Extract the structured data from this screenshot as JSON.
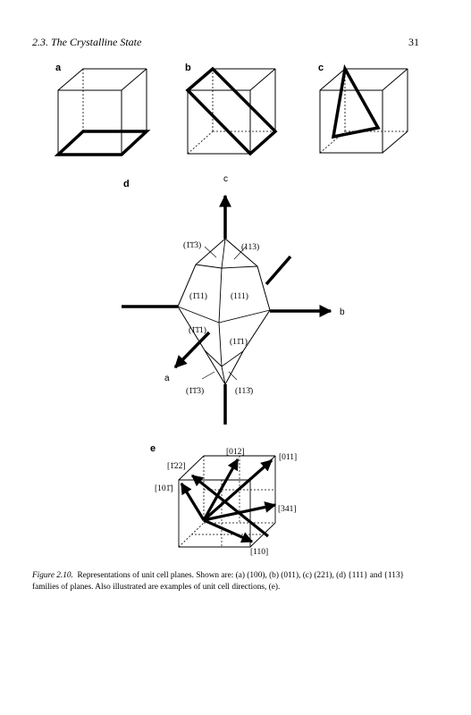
{
  "header": {
    "section_title": "2.3.  The Crystalline State",
    "page_number": "31"
  },
  "panels": {
    "a": "a",
    "b": "b",
    "c": "c",
    "d": "d",
    "e": "e"
  },
  "panel_d": {
    "axes": {
      "a": "a",
      "b": "b",
      "c": "c"
    },
    "planes": {
      "p_m113_top_left": "(1̄1̄3)",
      "p_113_top_right": "(113)",
      "p_111_left": "(1̄11)",
      "p_111_right": "(111)",
      "p_1m11_left": "(1̄1̄1)",
      "p_11m1_right": "(11̄1)",
      "p_m1m13_bottom_left": "(1̄1̄3)",
      "p_113_bottom_right": "(113̄)"
    }
  },
  "panel_e": {
    "directions": {
      "d_012": "[012]",
      "d_011": "[011]",
      "d_122": "[1̄22]",
      "d_101": "[101̄]",
      "d_341": "[341]",
      "d_110": "[110]"
    }
  },
  "caption": {
    "figure_label": "Figure 2.10.",
    "text": "Representations of unit cell planes. Shown are: (a) (100), (b) (011), (c) (221), (d) {111} and {113} families of planes. Also illustrated are examples of unit cell directions, (e)."
  }
}
